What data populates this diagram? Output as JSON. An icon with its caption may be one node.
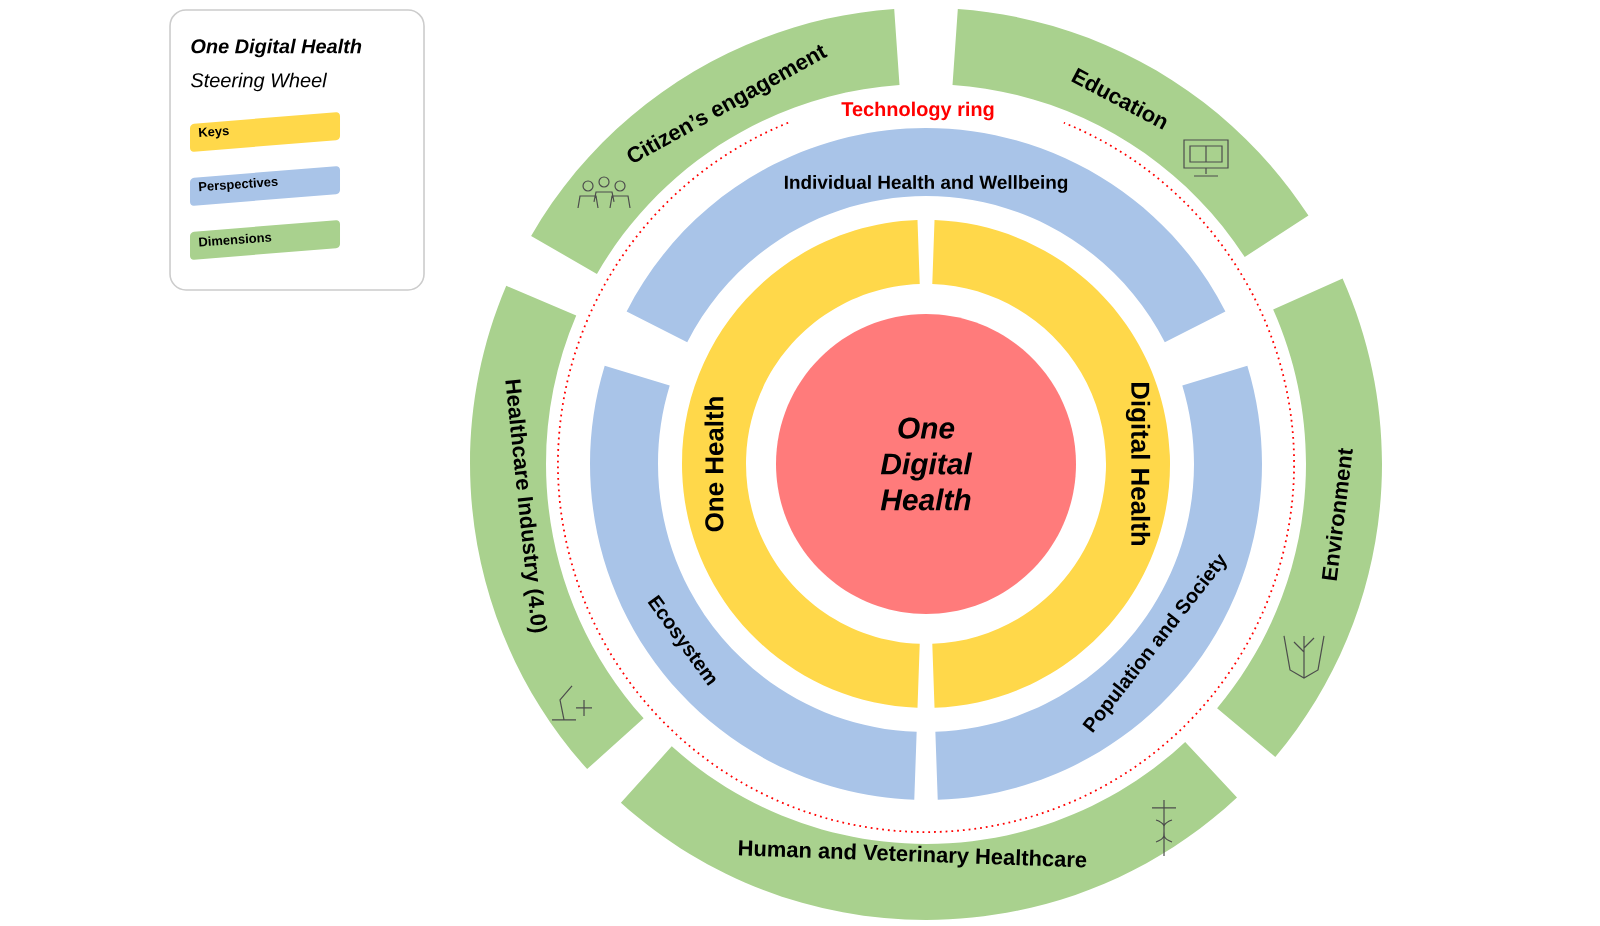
{
  "diagram": {
    "nodes": [
      {
        "text": [
          "One Digital Health"
        ]
      },
      {
        "text": [
          "One Health"
        ]
      },
      {
        "text": [
          "Digital Health"
        ]
      },
      {
        "text": [
          "Individual Health and Wellbeing"
        ]
      },
      {
        "text": [
          "Ecosystem"
        ]
      },
      {
        "text": [
          "Population and Society"
        ]
      },
      {
        "text": [
          "Citizen’s engagement"
        ]
      },
      {
        "text": [
          "Education"
        ]
      },
      {
        "text": [
          "Environment"
        ]
      },
      {
        "text": [
          "Human and Veterinary Healthcare"
        ]
      },
      {
        "text": [
          "Healthcare Industry (4.0)"
        ]
      }
    ],
    "labels": [
      "One Digital Health",
      "Steering Wheel",
      "Technology ring"
    ],
    "legend": [
      {
        "text": "Keys",
        "color": "#ffd84a"
      },
      {
        "text": "Perspectives",
        "color": "#a9c4e8"
      },
      {
        "text": "Dimensions",
        "color": "#a9d18e"
      }
    ]
  }
}
